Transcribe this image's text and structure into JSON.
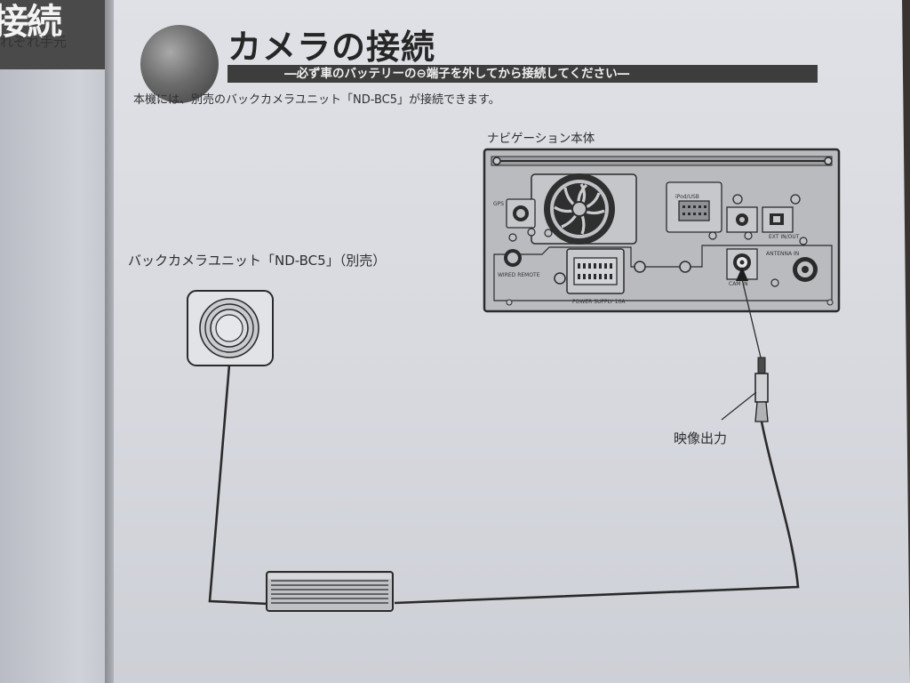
{
  "left_page": {
    "tab_text": "接続",
    "sub_text": "れぞれ手元"
  },
  "header": {
    "title": "カメラの接続",
    "subtitle": "―必ず車のバッテリーの⊖端子を外してから接続してください―"
  },
  "intro_text": "本機には、別売のバックカメラユニット「ND-BC5」が接続できます。",
  "labels": {
    "navigation_unit": "ナビゲーション本体",
    "camera_unit": "バックカメラユニット「ND-BC5」（別売）",
    "video_output": "映像出力"
  },
  "panel_labels": {
    "gps": "GPS",
    "ipod": "iPod/USB",
    "ext_in": "EXT IN/OUT",
    "cam_in": "CAM IN",
    "antenna": "ANTENNA IN",
    "wired_remote": "WIRED REMOTE",
    "power_supply": "POWER SUPPLY 10A"
  }
}
